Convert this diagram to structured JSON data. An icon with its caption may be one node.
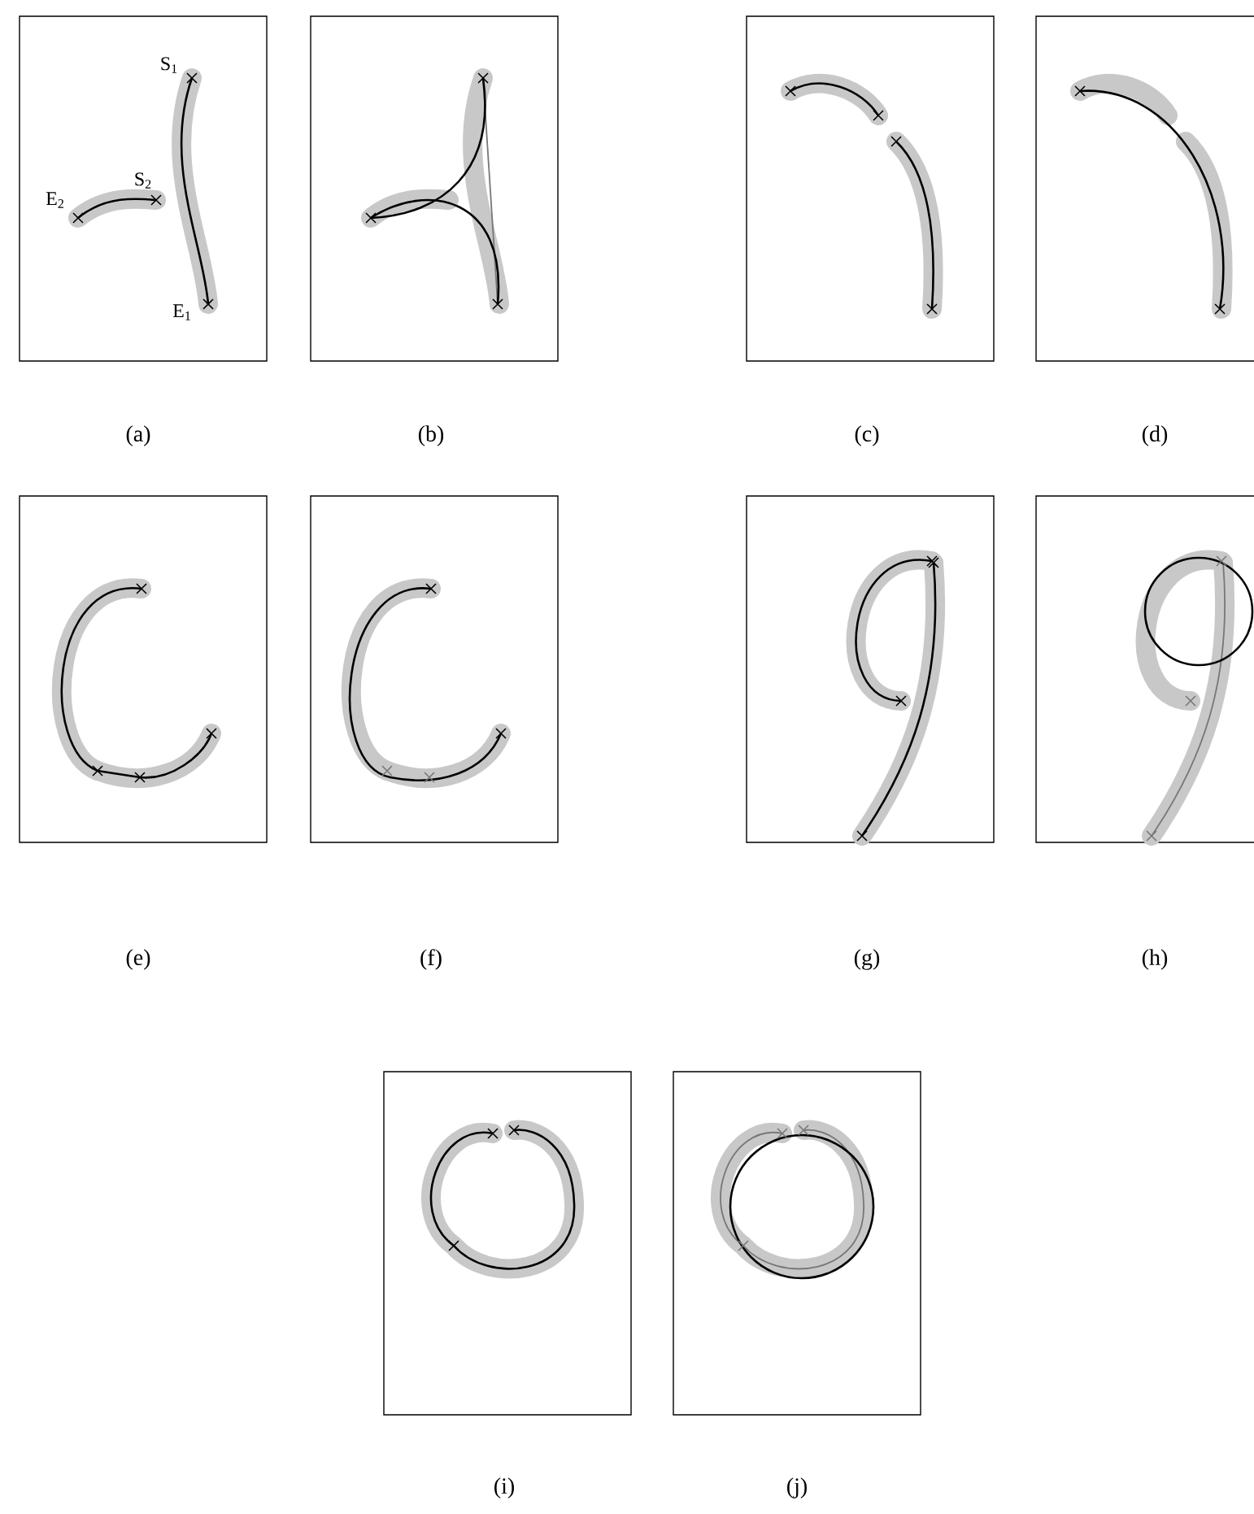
{
  "diagram": {
    "labels": [
      "S$_{1}$",
      "S$_{2}$",
      "E$_{2}$",
      "E$_{1}$",
      "(a)",
      "(b)",
      "(c)",
      "(d)",
      "(e)",
      "(f)",
      "(g)",
      "(h)",
      "(i)",
      "(j)"
    ]
  }
}
